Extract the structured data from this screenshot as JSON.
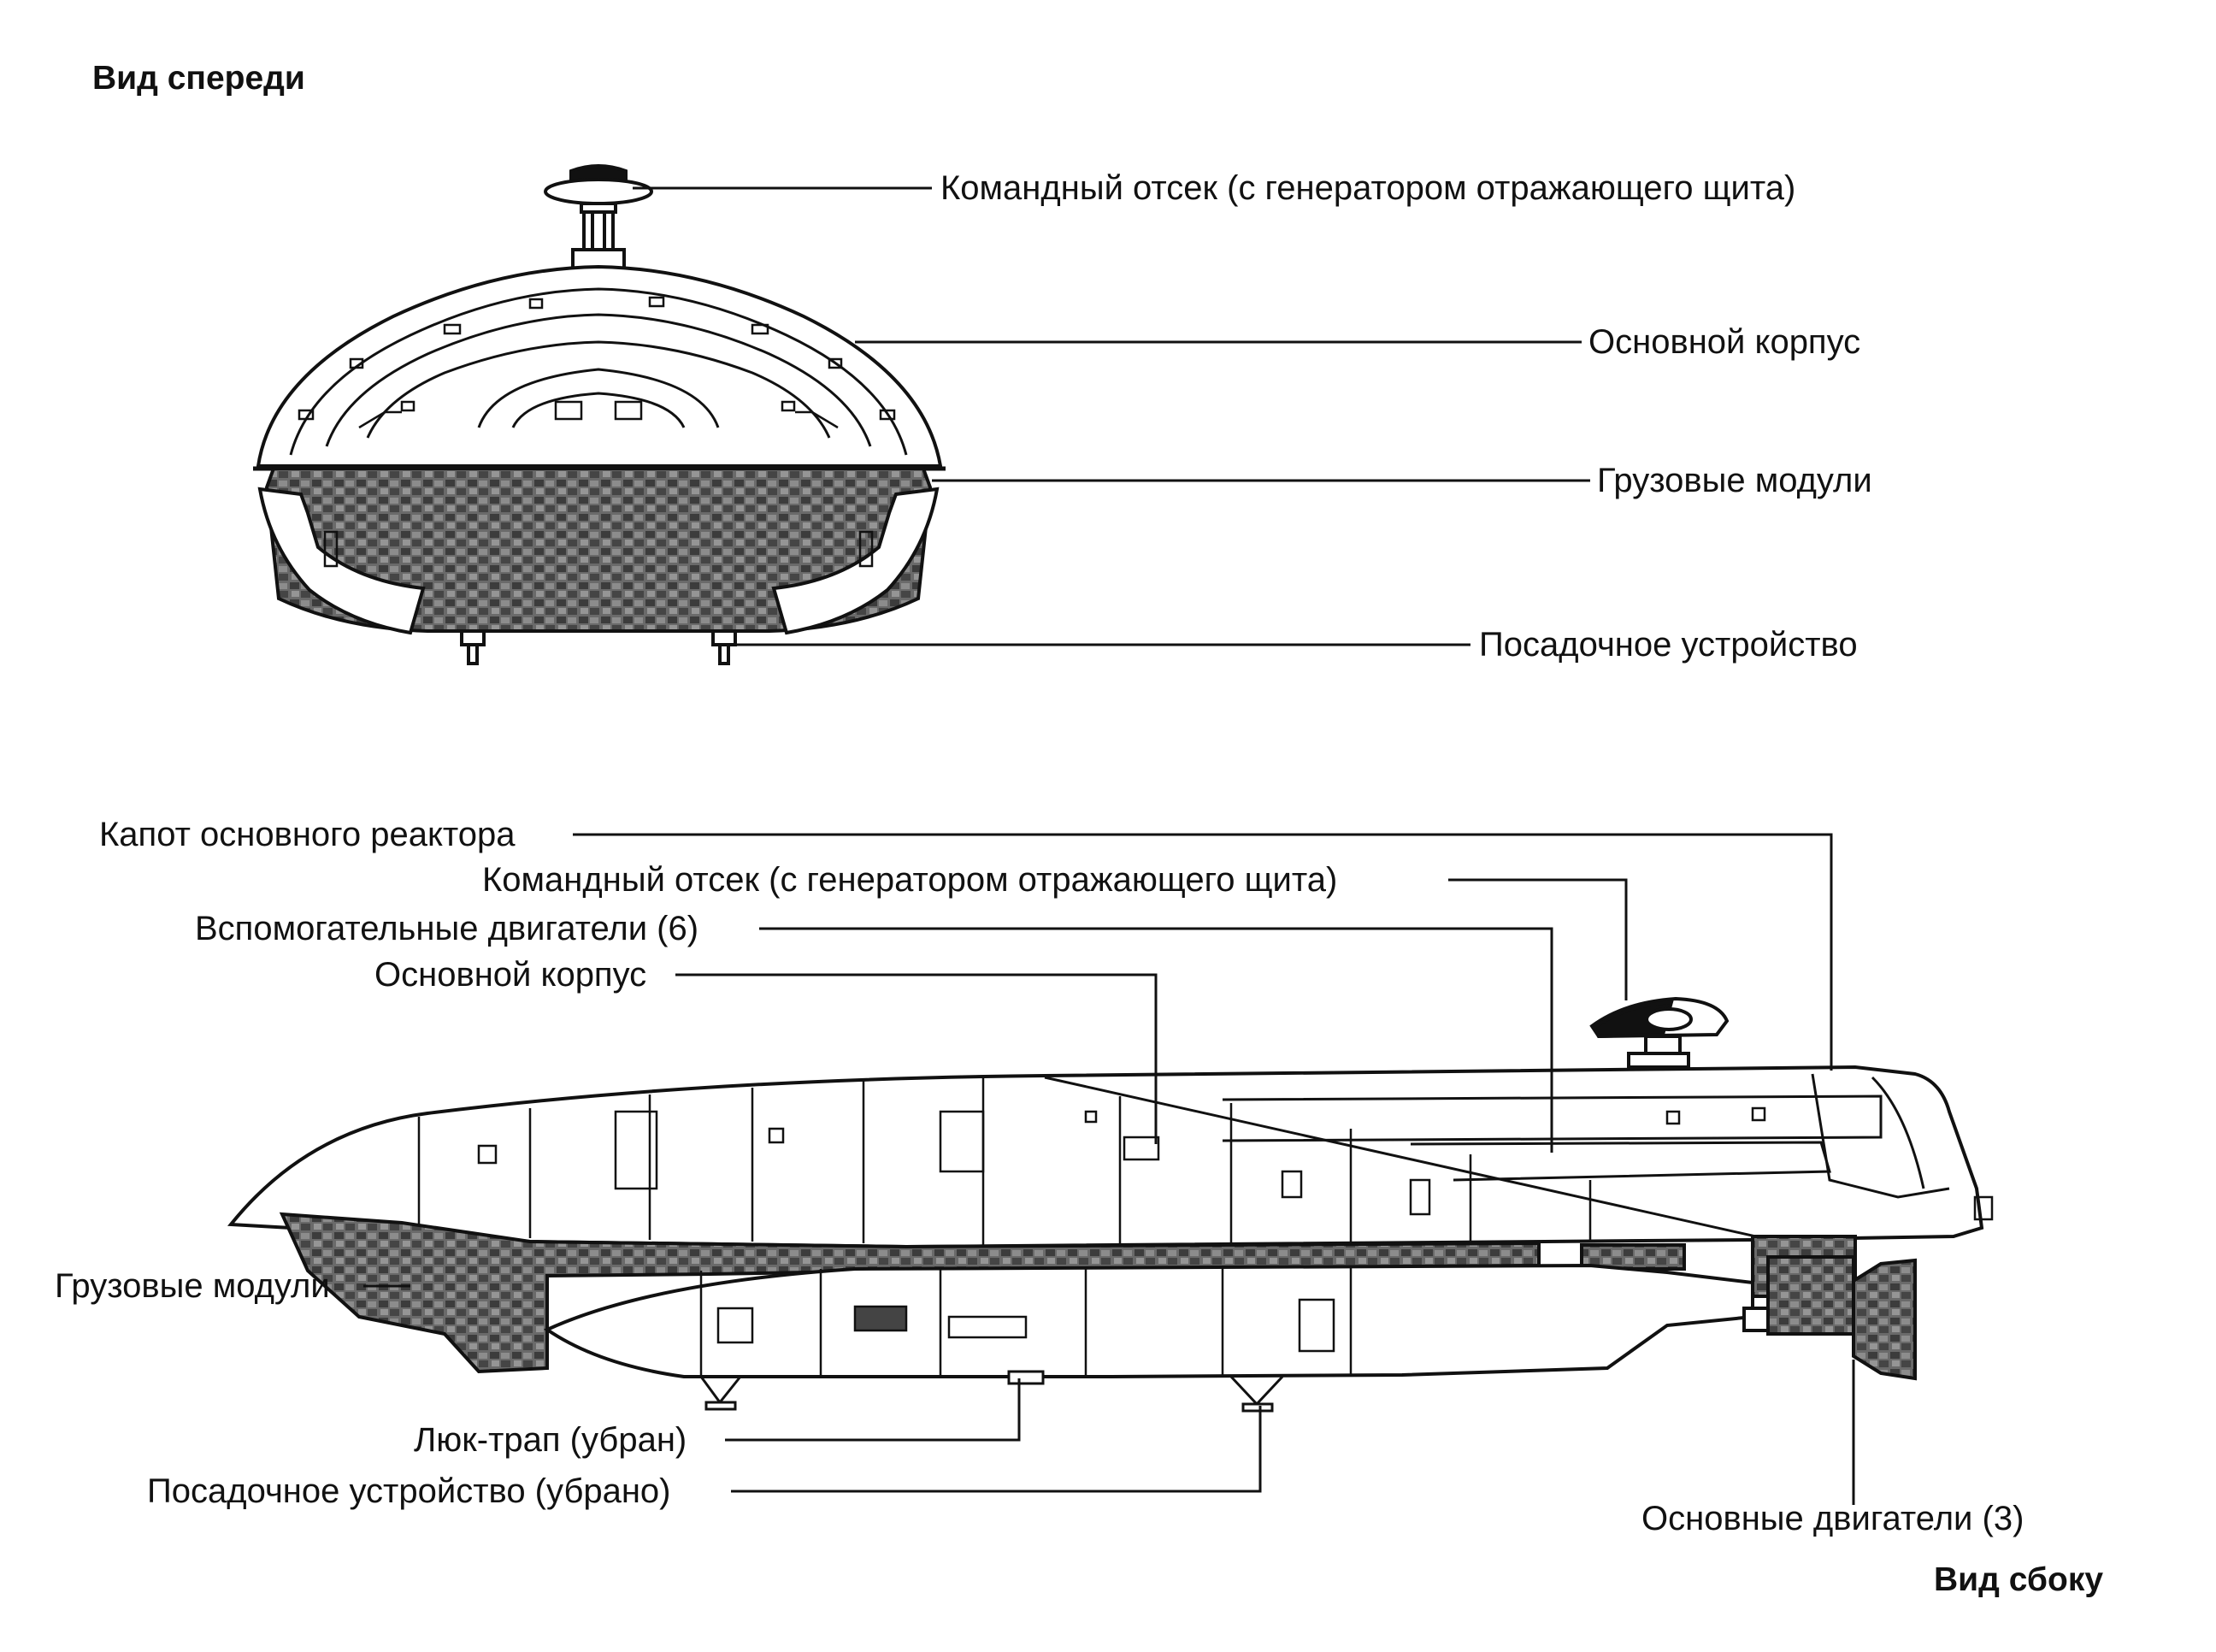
{
  "front_view": {
    "title": "Вид спереди",
    "callouts": {
      "command_module": "Командный отсек (с генератором отражающего щита)",
      "main_hull": "Основной корпус",
      "cargo_modules": "Грузовые модули",
      "landing_gear": "Посадочное устройство"
    }
  },
  "side_view": {
    "title": "Вид сбоку",
    "callouts": {
      "main_reactor_cowling": "Капот основного реактора",
      "command_module": "Командный отсек (с генератором отражающего щита)",
      "auxiliary_engines": "Вспомогательные двигатели (6)",
      "main_hull": "Основной корпус",
      "cargo_modules": "Грузовые модули",
      "boarding_ramp": "Люк-трап (убран)",
      "landing_gear": "Посадочное устройство (убрано)",
      "main_engines": "Основные двигатели (3)"
    }
  },
  "colors": {
    "ink": "#111111",
    "cargo_fill": "#6f6f6f",
    "paper": "#ffffff"
  }
}
